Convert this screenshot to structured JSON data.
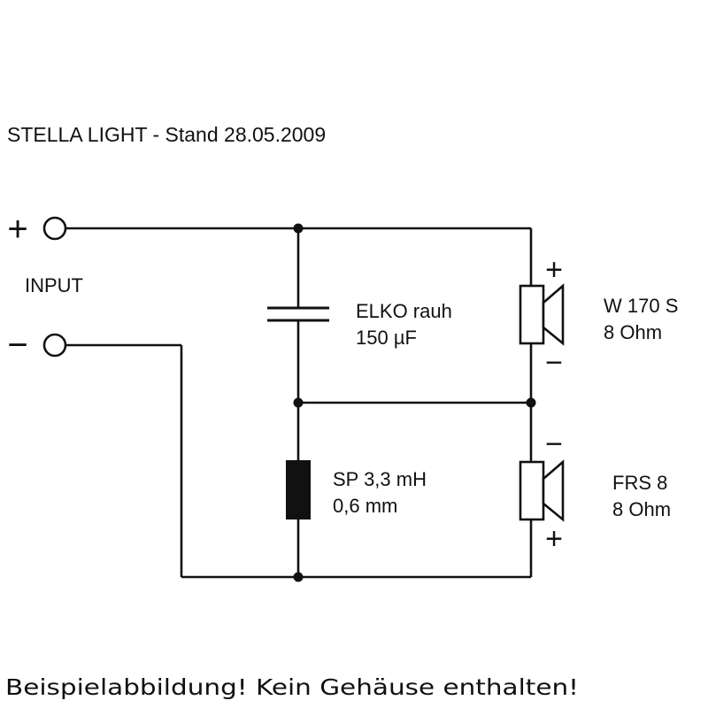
{
  "title": "STELLA LIGHT - Stand 28.05.2009",
  "input": {
    "label": "INPUT",
    "plus_sign": "+",
    "minus_sign": "−"
  },
  "capacitor": {
    "line1": "ELKO rauh",
    "line2": "150 µF"
  },
  "inductor": {
    "line1": "SP 3,3 mH",
    "line2": "0,6 mm"
  },
  "woofer": {
    "name": "W 170 S",
    "impedance": "8 Ohm",
    "top_polarity": "+",
    "bottom_polarity": "−"
  },
  "fullrange": {
    "name": "FRS 8",
    "impedance": "8 Ohm",
    "top_polarity": "−",
    "bottom_polarity": "+"
  },
  "footer": "Beispielabbildung! Kein Gehäuse enthalten!",
  "colors": {
    "line": "#111111",
    "background": "#ffffff"
  }
}
